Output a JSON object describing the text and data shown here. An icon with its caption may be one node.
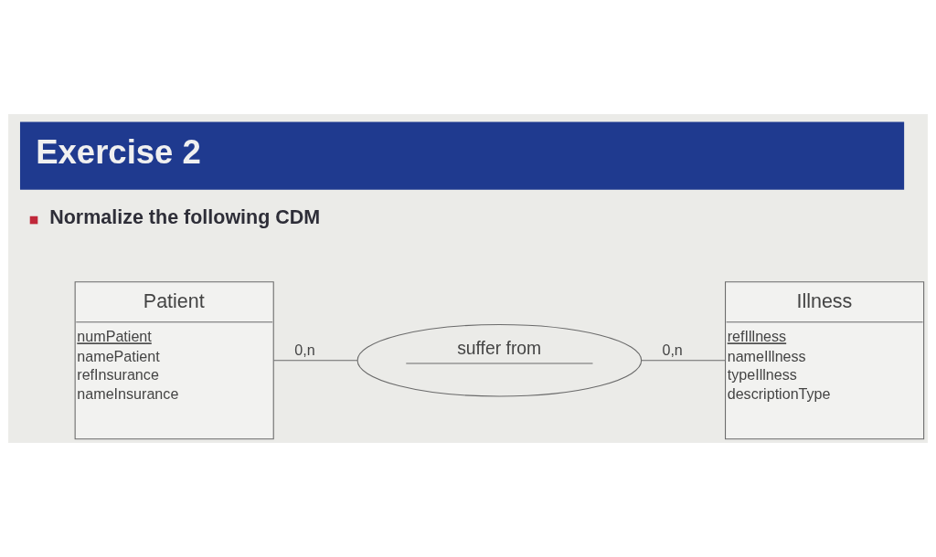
{
  "diagram": {
    "title": "Exercise 2",
    "nodes": [
      {
        "text": [
          "Patient",
          "numPatient",
          "namePatient",
          "refInsurance",
          "nameInsurance"
        ]
      },
      {
        "text": [
          "suffer from"
        ]
      },
      {
        "text": [
          "Illness",
          "refIllness",
          "nameIllness",
          "typeIllness",
          "descriptionType"
        ]
      }
    ],
    "edges": [
      {
        "from": 0,
        "to": 1,
        "arrow": "none",
        "label": "0,n"
      },
      {
        "from": 1,
        "to": 2,
        "arrow": "none",
        "label": "0,n"
      }
    ],
    "labels": [
      "Normalize the following CDM"
    ]
  }
}
